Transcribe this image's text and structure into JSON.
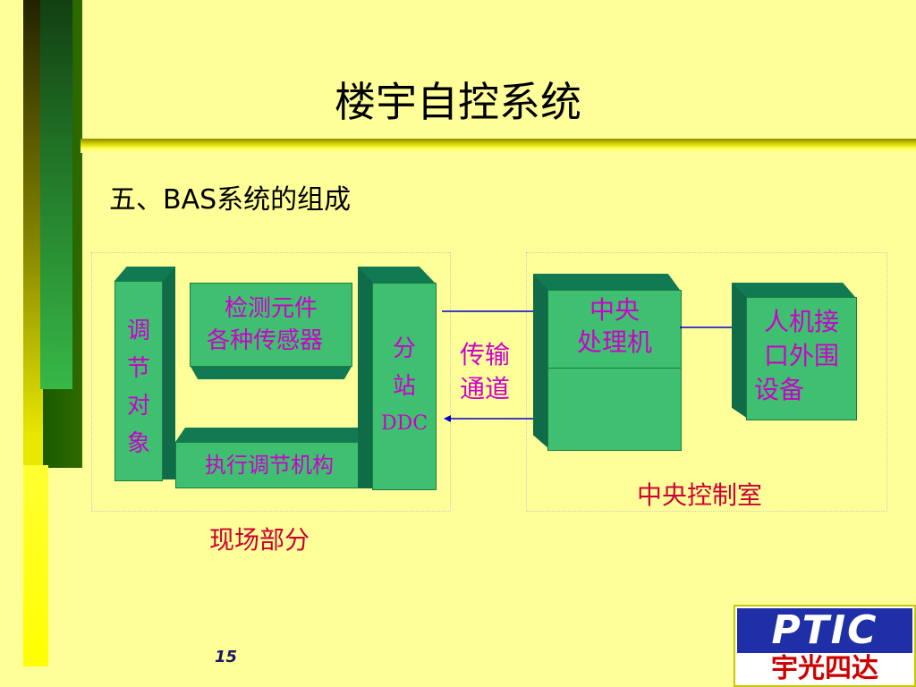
{
  "title": "楼宇自控系统",
  "subtitle": "五、BAS系统的组成",
  "field": {
    "controlled_object": [
      "调",
      "节",
      "对",
      "象"
    ],
    "sensor_line1": "检测元件",
    "sensor_line2": "各种传感器",
    "actuator": "执行调节机构",
    "ddc": [
      "分",
      "站",
      "DDC"
    ],
    "caption": "现场部分"
  },
  "channel": {
    "line1": "传输",
    "line2": "通道"
  },
  "central": {
    "cpu_line1": "中央",
    "cpu_line2": "处理机",
    "hmi": [
      "人机接",
      "口外围",
      "设备"
    ],
    "caption": "中央控制室"
  },
  "logo": {
    "top": "PTIC",
    "bottom": "宇光四达"
  },
  "page_number": "15",
  "colors": {
    "background": "#ffff99",
    "box": "#3fc070",
    "caption": "#cc0033",
    "label": "#cc00cc",
    "arrow": "#0000cc"
  }
}
